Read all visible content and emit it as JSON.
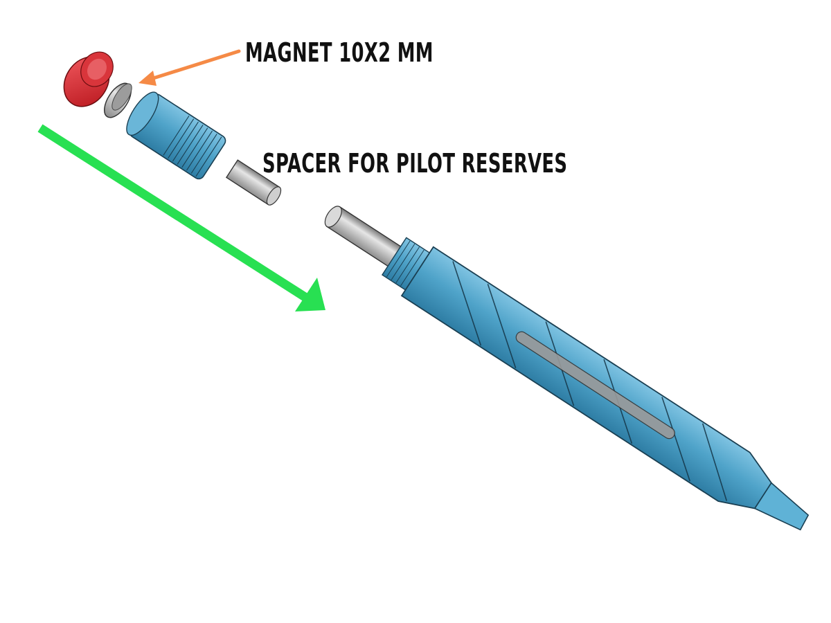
{
  "labels": {
    "magnet": "MAGNET 10X2 MM",
    "spacer": "SPACER FOR PILOT RESERVES"
  },
  "colors": {
    "background": "#ffffff",
    "body_blue": "#4fa3c9",
    "body_blue_dark": "#2c6f8f",
    "cap_red": "#e0333b",
    "metal": "#b9b9b9",
    "arrow_orange": "#f58a46",
    "arrow_green": "#28e052",
    "text": "#111111"
  },
  "icons": {
    "callout_arrow": "orange-arrow",
    "direction_arrow": "green-arrow"
  }
}
